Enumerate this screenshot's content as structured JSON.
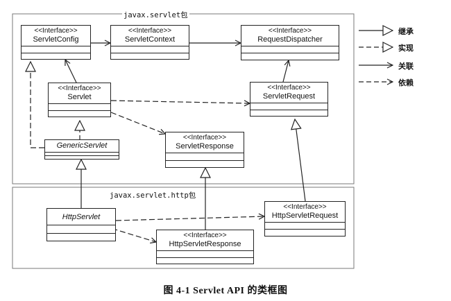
{
  "packages": {
    "servlet": "javax.servlet包",
    "http": "javax.servlet.http包"
  },
  "stereotype": "<<Interface>>",
  "classes": {
    "servlet_config": {
      "stereo": "<<Interface>>",
      "name": "ServletConfig"
    },
    "servlet_context": {
      "stereo": "<<Interface>>",
      "name": "ServletContext"
    },
    "request_dispatcher": {
      "stereo": "<<Interface>>",
      "name": "RequestDispatcher"
    },
    "servlet": {
      "stereo": "<<Interface>>",
      "name": "Servlet"
    },
    "servlet_request": {
      "stereo": "<<Interface>>",
      "name": "ServletRequest"
    },
    "generic_servlet": {
      "name": "GenericServlet"
    },
    "servlet_response": {
      "stereo": "<<Interface>>",
      "name": "ServletResponse"
    },
    "http_servlet": {
      "name": "HttpServlet"
    },
    "http_servlet_request": {
      "stereo": "<<Interface>>",
      "name": "HttpServletRequest"
    },
    "http_servlet_response": {
      "stereo": "<<Interface>>",
      "name": "HttpServletResponse"
    }
  },
  "legend": {
    "inheritance": "继承",
    "realization": "实现",
    "association": "关联",
    "dependency": "依赖"
  },
  "caption": "图 4-1    Servlet API 的类框图"
}
